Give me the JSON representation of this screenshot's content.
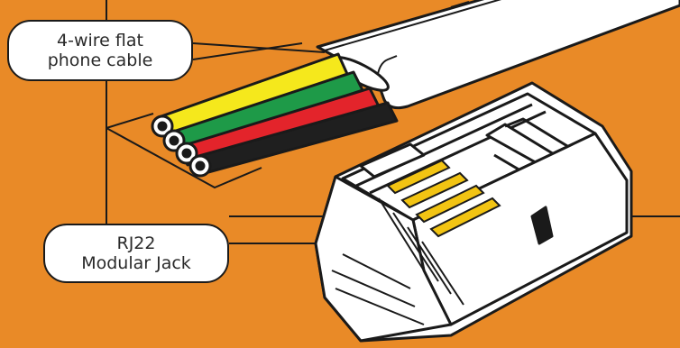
{
  "labels": {
    "cable": {
      "line1": "4-wire flat",
      "line2": "phone cable"
    },
    "jack": {
      "line1": "RJ22",
      "line2": "Modular Jack"
    }
  },
  "colors": {
    "background": "#E98A27",
    "outline": "#1a1a1a",
    "plastic": "#ffffff",
    "wire_yellow": "#F5E81C",
    "wire_green": "#1E9A48",
    "wire_red": "#E3242B",
    "wire_black": "#1f1f1f",
    "contacts": "#F2C413"
  }
}
